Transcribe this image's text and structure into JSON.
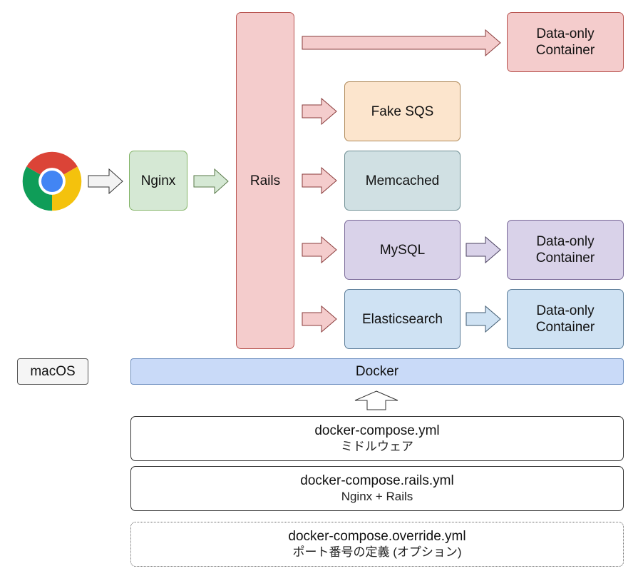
{
  "diagram": {
    "browser": {
      "icon": "chrome-icon"
    },
    "nginx": {
      "label": "Nginx",
      "color": "#d5e8d4"
    },
    "rails": {
      "label": "Rails",
      "color": "#f4cccc"
    },
    "services": [
      {
        "label": "Fake SQS",
        "color": "#fce5cd"
      },
      {
        "label": "Memcached",
        "color": "#d0e0e3"
      },
      {
        "label": "MySQL",
        "color": "#d9d2e9"
      },
      {
        "label": "Elasticsearch",
        "color": "#cfe2f3"
      }
    ],
    "data_containers": [
      {
        "line1": "Data-only",
        "line2": "Container",
        "color": "#f4cccc"
      },
      {
        "line1": "Data-only",
        "line2": "Container",
        "color": "#d9d2e9"
      },
      {
        "line1": "Data-only",
        "line2": "Container",
        "color": "#cfe2f3"
      }
    ],
    "macos": {
      "label": "macOS"
    },
    "docker": {
      "label": "Docker",
      "color": "#c9daf8"
    },
    "compose_files": [
      {
        "name": "docker-compose.yml",
        "desc": "ミドルウェア",
        "style": "solid"
      },
      {
        "name": "docker-compose.rails.yml",
        "desc": "Nginx + Rails",
        "style": "solid"
      },
      {
        "name": "docker-compose.override.yml",
        "desc": "ポート番号の定義 (オプション)",
        "style": "dotted"
      }
    ]
  }
}
